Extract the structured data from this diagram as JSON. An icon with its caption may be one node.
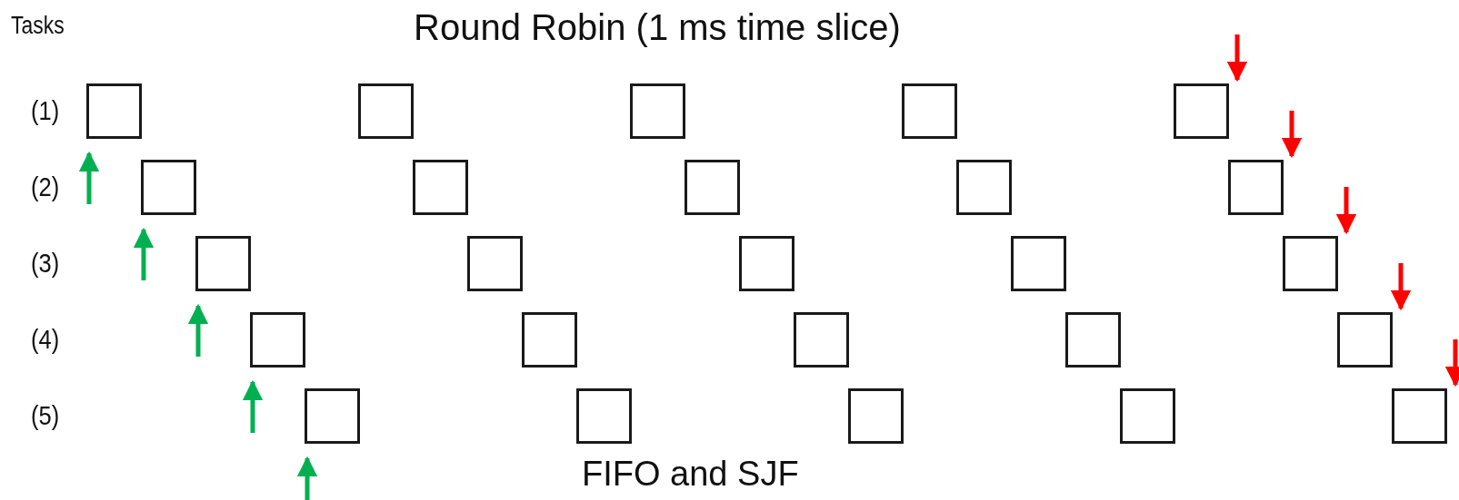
{
  "diagram": {
    "title": "Round Robin (1 ms time slice)",
    "nodes": [
      {
        "text": [],
        "shape": "box"
      },
      {
        "text": [],
        "shape": "box"
      },
      {
        "text": [],
        "shape": "box"
      },
      {
        "text": [],
        "shape": "box"
      },
      {
        "text": [],
        "shape": "box"
      },
      {
        "text": [],
        "shape": "box"
      },
      {
        "text": [],
        "shape": "box"
      },
      {
        "text": [],
        "shape": "box"
      },
      {
        "text": [],
        "shape": "box"
      },
      {
        "text": [],
        "shape": "box"
      },
      {
        "text": [],
        "shape": "box"
      },
      {
        "text": [],
        "shape": "box"
      },
      {
        "text": [],
        "shape": "box"
      },
      {
        "text": [],
        "shape": "box"
      },
      {
        "text": [],
        "shape": "box"
      },
      {
        "text": [],
        "shape": "box"
      },
      {
        "text": [],
        "shape": "box"
      },
      {
        "text": [],
        "shape": "box"
      },
      {
        "text": [],
        "shape": "box"
      },
      {
        "text": [],
        "shape": "box"
      },
      {
        "text": [],
        "shape": "box"
      },
      {
        "text": [],
        "shape": "box"
      },
      {
        "text": [],
        "shape": "box"
      },
      {
        "text": [],
        "shape": "box"
      },
      {
        "text": [],
        "shape": "box"
      }
    ],
    "edges": [
      {
        "from": null,
        "to": 0,
        "arrow": "to",
        "color": "#00b050"
      },
      {
        "from": null,
        "to": 5,
        "arrow": "to",
        "color": "#00b050"
      },
      {
        "from": null,
        "to": 10,
        "arrow": "to",
        "color": "#00b050"
      },
      {
        "from": null,
        "to": 15,
        "arrow": "to",
        "color": "#00b050"
      },
      {
        "from": null,
        "to": 20,
        "arrow": "to",
        "color": "#00b050"
      },
      {
        "from": null,
        "to": 4,
        "arrow": "to",
        "color": "#ff0000"
      },
      {
        "from": null,
        "to": 9,
        "arrow": "to",
        "color": "#ff0000"
      },
      {
        "from": null,
        "to": 14,
        "arrow": "to",
        "color": "#ff0000"
      },
      {
        "from": null,
        "to": 19,
        "arrow": "to",
        "color": "#ff0000"
      },
      {
        "from": null,
        "to": 24,
        "arrow": "to",
        "color": "#ff0000"
      }
    ],
    "labels": [
      "Tasks",
      "(1)",
      "(2)",
      "(3)",
      "(4)",
      "(5)",
      "FIFO and SJF"
    ]
  }
}
